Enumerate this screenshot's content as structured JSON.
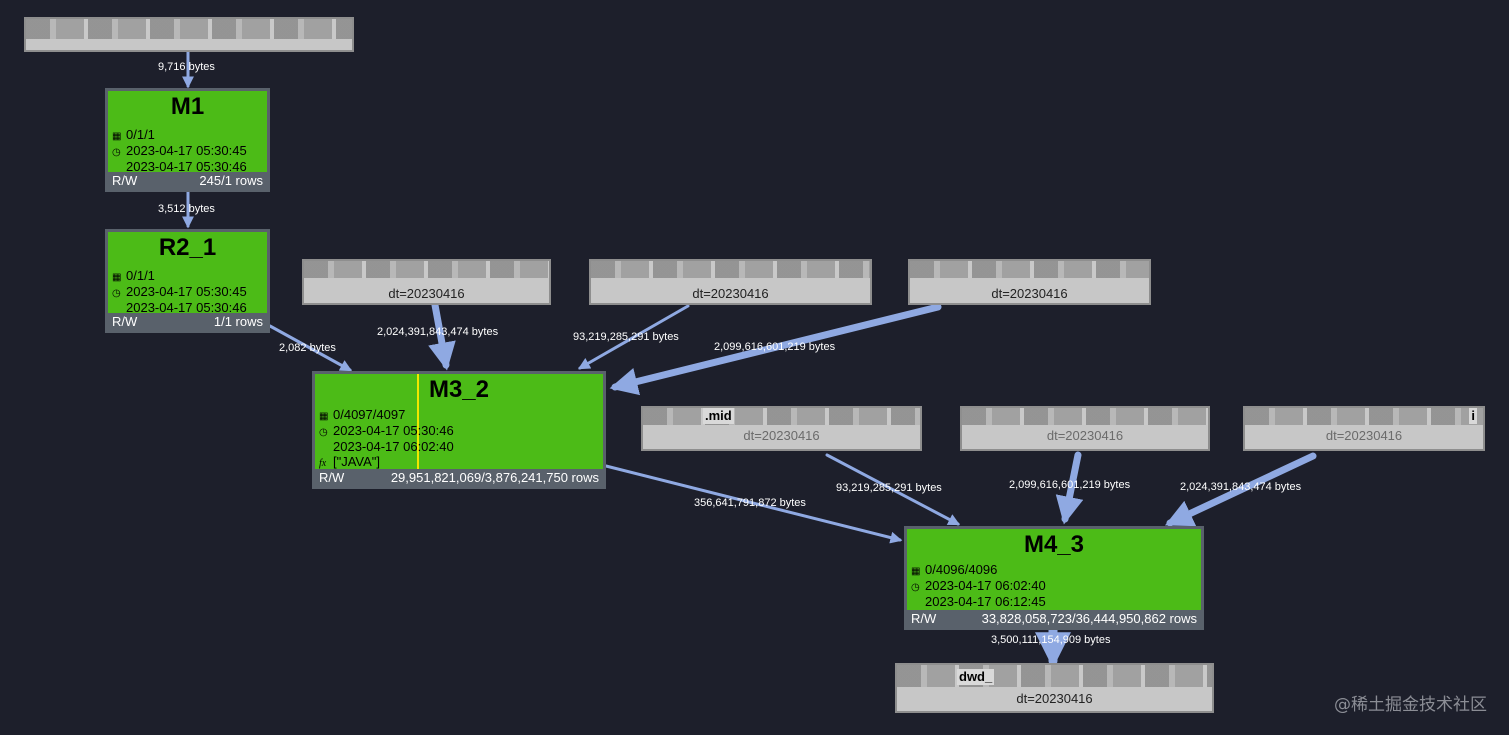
{
  "colors": {
    "background": "#1d1f2b",
    "node_green": "#4cbb17",
    "edge": "#8fa9e2",
    "footer": "#59616b"
  },
  "nodes": {
    "src_top": {
      "name": "",
      "partition": ""
    },
    "m1": {
      "title": "M1",
      "instances": "0/1/1",
      "start": "2023-04-17 05:30:45",
      "end": "2023-04-17 05:30:46",
      "rw": "R/W",
      "rows": "245/1 rows"
    },
    "r2_1": {
      "title": "R2_1",
      "instances": "0/1/1",
      "start": "2023-04-17 05:30:45",
      "end": "2023-04-17 05:30:46",
      "rw": "R/W",
      "rows": "1/1 rows"
    },
    "src_a": {
      "partition": "dt=20230416"
    },
    "src_b": {
      "partition": "dt=20230416"
    },
    "src_c": {
      "partition": "dt=20230416"
    },
    "m3_2": {
      "title": "M3_2",
      "instances": "0/4097/4097",
      "start": "2023-04-17 05:30:46",
      "end": "2023-04-17 06:02:40",
      "func": "[\"JAVA\"]",
      "rw": "R/W",
      "rows": "29,951,821,069/3,876,241,750 rows"
    },
    "src_d": {
      "name": ".mid",
      "partition": "dt=20230416"
    },
    "src_e": {
      "partition": "dt=20230416"
    },
    "src_f": {
      "name": "i",
      "partition": "dt=20230416"
    },
    "m4_3": {
      "title": "M4_3",
      "instances": "0/4096/4096",
      "start": "2023-04-17 06:02:40",
      "end": "2023-04-17 06:12:45",
      "rw": "R/W",
      "rows": "33,828,058,723/36,444,950,862 rows"
    },
    "sink": {
      "name": "dwd_",
      "partition": "dt=20230416"
    }
  },
  "edges": {
    "e1": "9,716 bytes",
    "e2": "3,512 bytes",
    "e3": "2,082 bytes",
    "e4": "2,024,391,843,474 bytes",
    "e5": "93,219,285,291 bytes",
    "e6": "2,099,616,601,219 bytes",
    "e7": "356,641,791,872 bytes",
    "e8": "93,219,285,291 bytes",
    "e9": "2,099,616,601,219 bytes",
    "e10": "2,024,391,843,474 bytes",
    "e11": "3,500,111,154,909 bytes"
  },
  "watermark": "@稀土掘金技术社区"
}
